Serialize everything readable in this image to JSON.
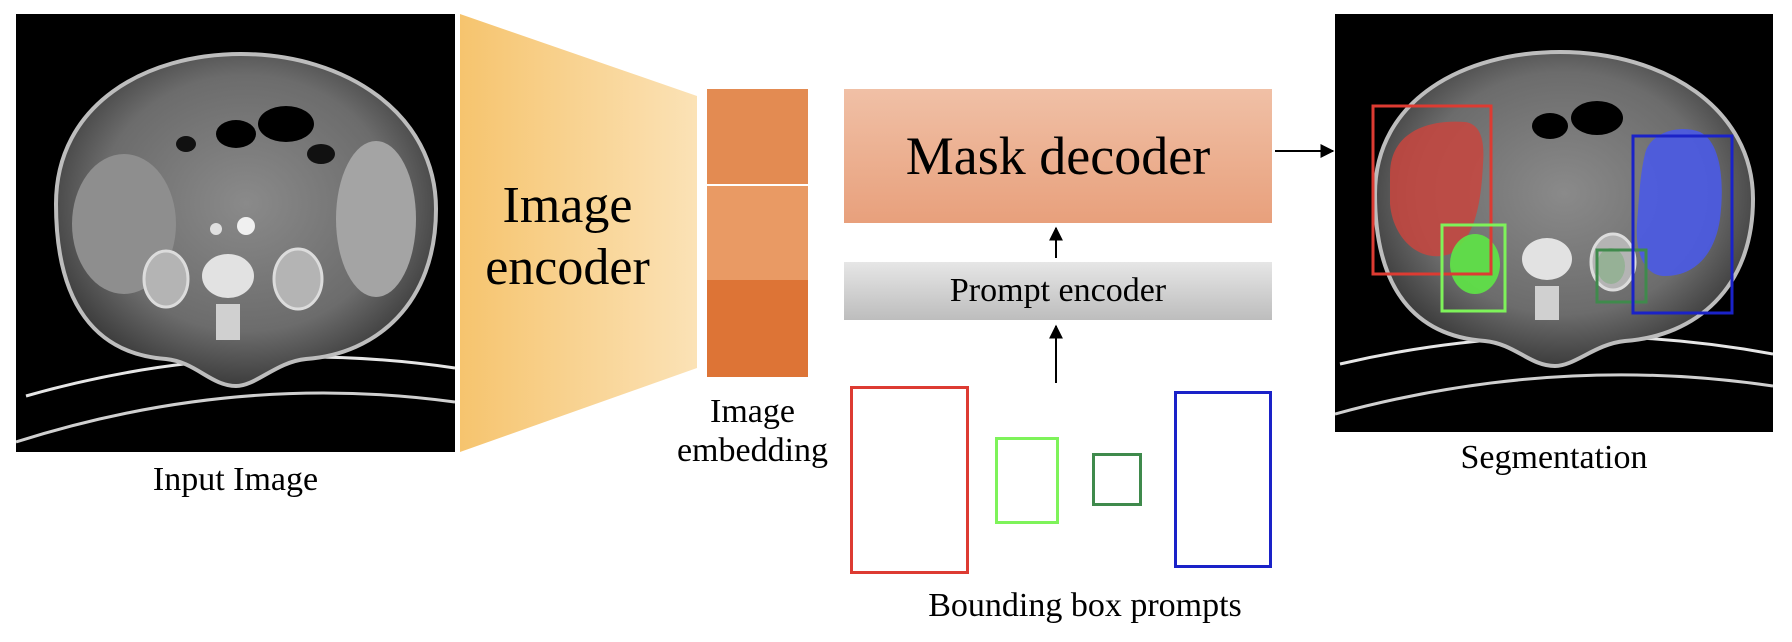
{
  "input_panel": {
    "caption": "Input Image"
  },
  "encoder": {
    "label_line1": "Image",
    "label_line2": "encoder",
    "color": "#f6c46e"
  },
  "embedding": {
    "caption_line1": "Image",
    "caption_line2": "embedding",
    "segment_colors": [
      "#e38b52",
      "#e99a64",
      "#dd7436"
    ]
  },
  "mask_decoder": {
    "label": "Mask decoder"
  },
  "prompt_encoder": {
    "label": "Prompt encoder"
  },
  "prompts": {
    "caption": "Bounding box prompts",
    "box_colors": [
      "#dd3b32",
      "#7ef35a",
      "#3f8a4c",
      "#1a22c8"
    ]
  },
  "segmentation": {
    "caption": "Segmentation",
    "mask_colors": [
      "#c8453e",
      "#5ee646",
      "#4a5ae6"
    ]
  }
}
